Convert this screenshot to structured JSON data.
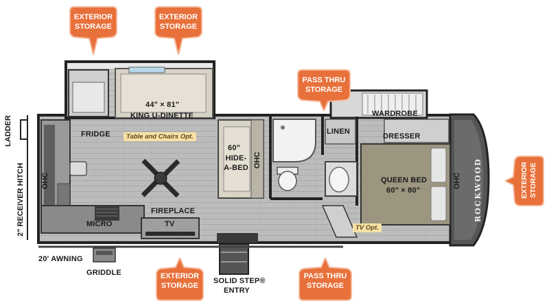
{
  "labels": {
    "exterior_storage": "EXTERIOR STORAGE",
    "pass_thru_storage": "PASS THRU STORAGE",
    "dinette_size": "44\" × 81\"",
    "dinette_name": "KING U-DINETTE",
    "fridge": "FRIDGE",
    "table_chairs_opt": "Table and Chairs Opt.",
    "hide_a_bed_size": "60\"",
    "hide_a_bed_name": "HIDE-A-BED",
    "ohc": "OHC",
    "linen": "LINEN",
    "wardrobe": "WARDROBE",
    "dresser": "DRESSER",
    "queen_bed_name": "QUEEN BED",
    "queen_bed_size": "60\" × 80\"",
    "fireplace": "FIREPLACE",
    "micro": "MICRO",
    "tv": "TV",
    "tv_opt": "TV Opt.",
    "ladder": "LADDER",
    "receiver_hitch": "2\" RECEIVER HITCH",
    "awning": "20' AWNING",
    "griddle": "GRIDDLE",
    "solid_step": "SOLID STEP®",
    "entry": "ENTRY",
    "brand": "ROCKWOOD"
  },
  "colors": {
    "storage_pin": "#e8703a",
    "floor": "#bdbdbd",
    "wall": "#2b2b2b",
    "bed": "#9c9680",
    "option_tag": "#f7e0a3"
  }
}
